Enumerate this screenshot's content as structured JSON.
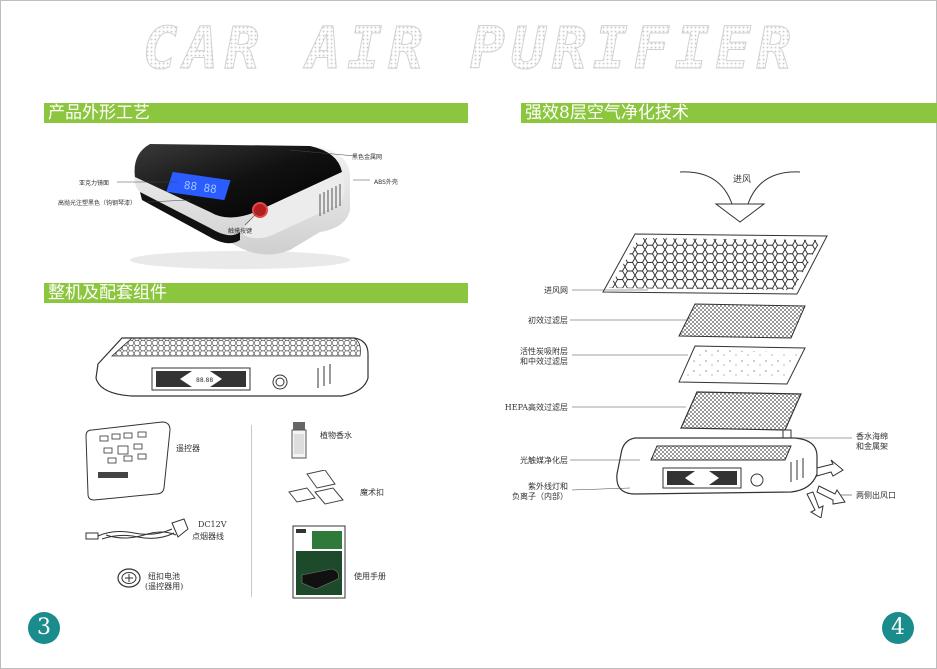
{
  "header": {
    "title": "CAR AIR PURIFIER"
  },
  "left": {
    "section1": "产品外形工艺",
    "callouts": {
      "mirror": "亚克力镜面",
      "paint": "高抛光注塑黑色（钩钢琴漆）",
      "touch": "触摸按键",
      "mesh": "黑色金属网",
      "abs": "ABS外壳"
    },
    "section2": "整机及配套组件",
    "accessories": {
      "remote": "遥控器",
      "perfume": "植物香水",
      "velcro": "魔术扣",
      "cable_line1": "DC12V",
      "cable_line2": "点烟器线",
      "battery_line1": "纽扣电池",
      "battery_line2": "(遥控器用)",
      "manual": "使用手册"
    },
    "page_number": "3"
  },
  "right": {
    "section": "强效8层空气净化技术",
    "inlet": "进风",
    "layers": {
      "grille": "进风网",
      "primary": "初效过滤层",
      "carbon_line1": "活性炭吸附层",
      "carbon_line2": "和中效过滤层",
      "hepa": "HEPA高效过滤层",
      "photo": "光触媒净化层",
      "uv_line1": "紫外线灯和",
      "uv_line2": "负离子（内部）",
      "sponge_line1": "香水海绵",
      "sponge_line2": "和金属架"
    },
    "outlet": "两侧出风口",
    "page_number": "4"
  },
  "colors": {
    "section_bar": "#8cc63f",
    "page_number": "#1a8c8c"
  }
}
